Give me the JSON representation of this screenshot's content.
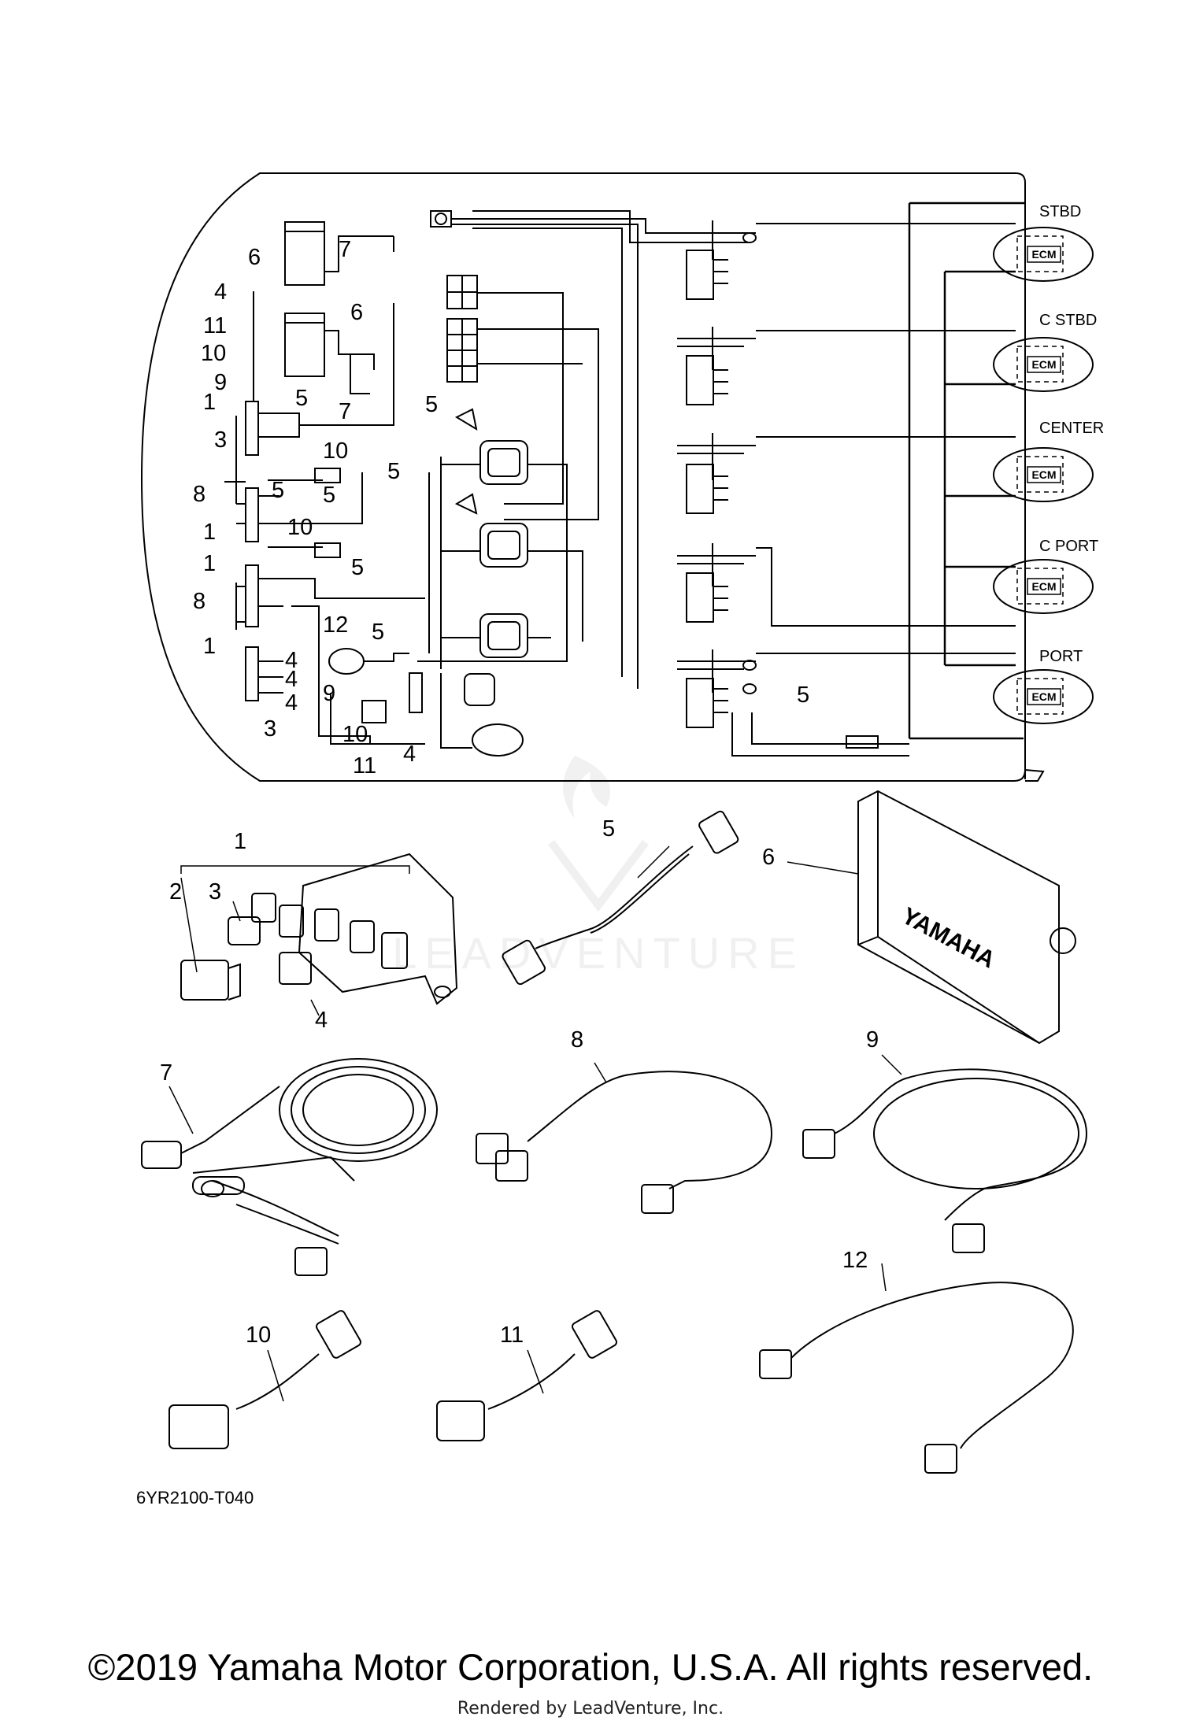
{
  "diagram": {
    "callouts": [
      "1",
      "2",
      "3",
      "4",
      "5",
      "6",
      "7",
      "8",
      "9",
      "10",
      "11",
      "12"
    ],
    "engine_positions": [
      "STBD",
      "C STBD",
      "CENTER",
      "C PORT",
      "PORT"
    ],
    "ecm_label": "ECM",
    "brand_label": "YAMAHA",
    "watermark": "LEADVENTURE"
  },
  "drawing_code": "6YR2100-T040",
  "footer": {
    "copyright": "©2019 Yamaha Motor Corporation, U.S.A. All rights reserved.",
    "rendered_by": "Rendered by LeadVenture, Inc."
  }
}
